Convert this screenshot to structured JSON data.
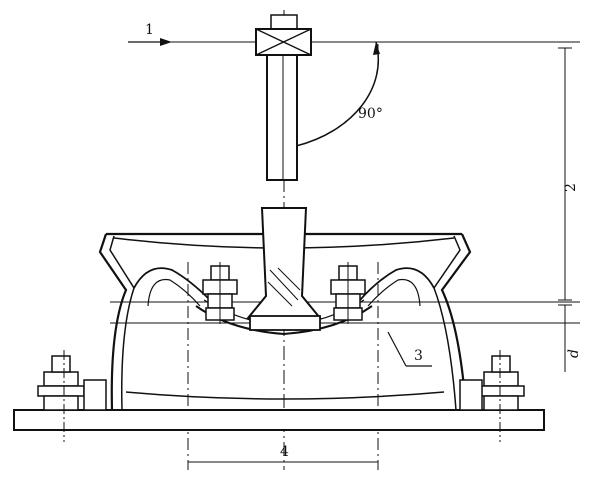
{
  "figure": {
    "labels": {
      "callout_1": "1",
      "callout_2": "2",
      "callout_3": "3",
      "callout_4": "4",
      "dimension_d": "d",
      "angle": "90°"
    }
  }
}
